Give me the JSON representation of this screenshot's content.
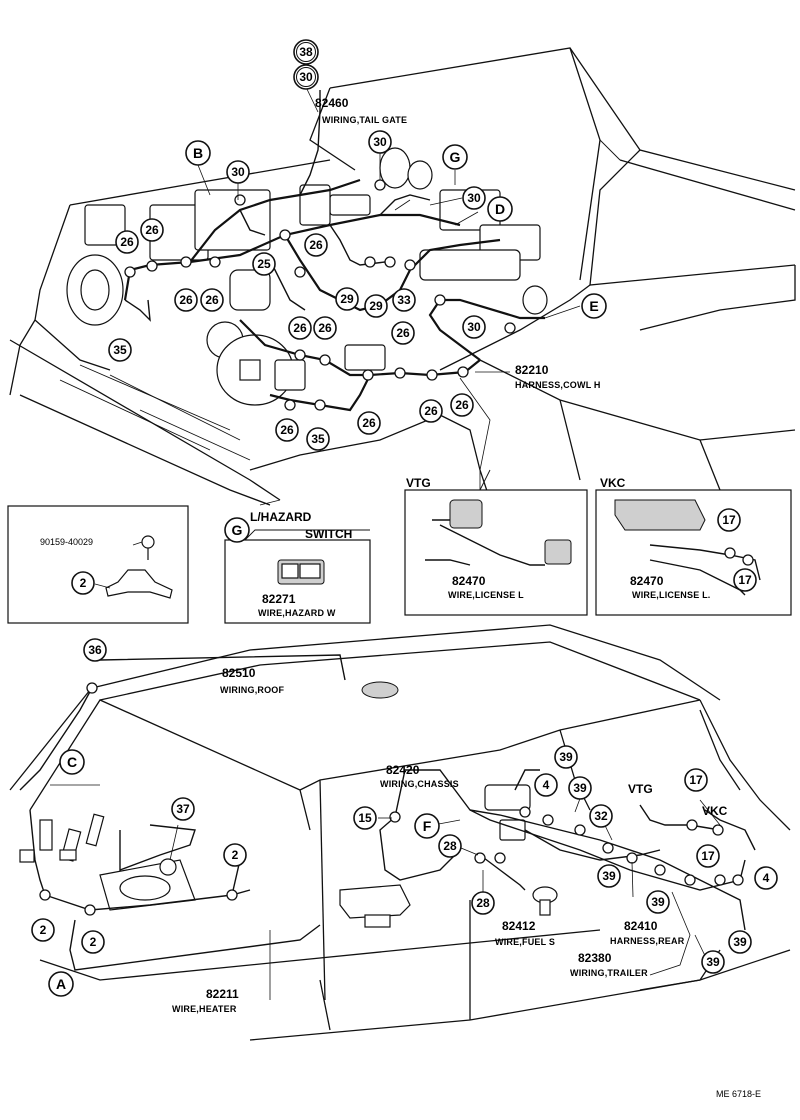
{
  "labels": {
    "wiring_tail_gate": {
      "number": "82460",
      "desc": "WIRING,TAIL GATE"
    },
    "harness_cowl": {
      "number": "82210",
      "desc": "HARNESS,COWL H"
    },
    "vtg_title": "VTG",
    "vkc_title": "VKC",
    "license_vtg": {
      "number": "82470",
      "desc": "WIRE,LICENSE L"
    },
    "license_vkc": {
      "number": "82470",
      "desc": "WIRE,LICENSE L."
    },
    "screw": {
      "number": "90159-40029"
    },
    "hazard_title_1": "L/HAZARD",
    "hazard_title_2": "SWITCH",
    "hazard_wire": {
      "number": "82271",
      "desc": "WIRE,HAZARD W"
    },
    "roof": {
      "number": "82510",
      "desc": "WIRING,ROOF"
    },
    "chassis": {
      "number": "82420",
      "desc": "WIRING,CHASSIS"
    },
    "vtg_rear": "VTG",
    "vkc_rear": "VKC",
    "harness_rear": {
      "number": "82410",
      "desc": "HARNESS,REAR"
    },
    "fuel": {
      "number": "82412",
      "desc": "WIRE,FUEL S"
    },
    "trailer": {
      "number": "82380",
      "desc": "WIRING,TRAILER"
    },
    "heater": {
      "number": "82211",
      "desc": "WIRE,HEATER"
    },
    "code": "ME 6718-E"
  },
  "letters": {
    "a": "A",
    "b": "B",
    "c": "C",
    "d": "D",
    "e": "E",
    "f": "F",
    "g1": "G",
    "g2": "G"
  },
  "callouts": {
    "c38": "38",
    "c30a": "30",
    "c30b": "30",
    "c30c": "30",
    "c30d": "30",
    "c30e": "30",
    "c26a": "26",
    "c26b": "26",
    "c26c": "26",
    "c26d": "26",
    "c26e": "26",
    "c26f": "26",
    "c26g": "26",
    "c26h": "26",
    "c26i": "26",
    "c26j": "26",
    "c26k": "26",
    "c26l": "26",
    "c25": "25",
    "c29a": "29",
    "c29b": "29",
    "c33": "33",
    "c35a": "35",
    "c35b": "35",
    "c17a": "17",
    "c17b": "17",
    "c2a": "2",
    "c36": "36",
    "c37": "37",
    "c2b": "2",
    "c2c": "2",
    "c2d": "2",
    "c15": "15",
    "c39a": "39",
    "c39b": "39",
    "c39c": "39",
    "c39d": "39",
    "c39e": "39",
    "c39f": "39",
    "c4a": "4",
    "c4b": "4",
    "c28a": "28",
    "c28b": "28",
    "c32": "32",
    "c17c": "17",
    "c17d": "17"
  }
}
